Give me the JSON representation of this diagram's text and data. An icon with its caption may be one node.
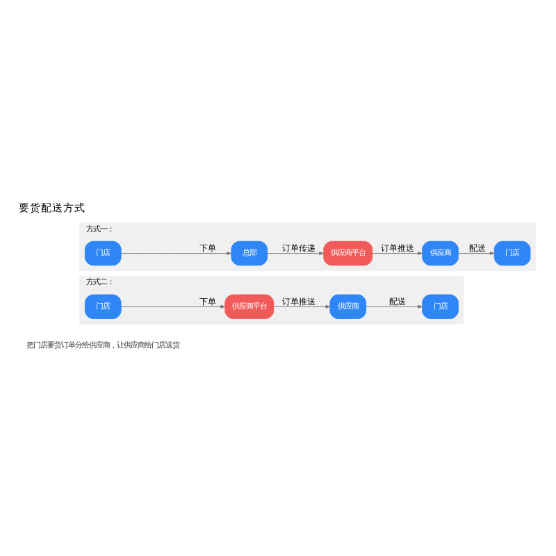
{
  "diagram": {
    "title": "要货配送方式",
    "nodes": [
      {
        "text": [
          "方式一："
        ]
      },
      {
        "text": [
          "门店"
        ],
        "in": 0
      },
      {
        "text": [
          "总部"
        ],
        "in": 0
      },
      {
        "text": [
          "供应商平台"
        ],
        "in": 0
      },
      {
        "text": [
          "供应商"
        ],
        "in": 0
      },
      {
        "text": [
          "门店"
        ],
        "in": 0
      },
      {
        "text": [
          "方式二："
        ]
      },
      {
        "text": [
          "门店"
        ],
        "in": 6
      },
      {
        "text": [
          "供应商平台"
        ],
        "in": 6
      },
      {
        "text": [
          "供应商"
        ],
        "in": 6
      },
      {
        "text": [
          "门店"
        ],
        "in": 6
      }
    ],
    "edges": [
      {
        "from": 1,
        "to": 2,
        "arrow": "to",
        "label": "下单"
      },
      {
        "from": 2,
        "to": 3,
        "arrow": "to",
        "label": "订单传递"
      },
      {
        "from": 3,
        "to": 4,
        "arrow": "to",
        "label": "订单推送"
      },
      {
        "from": 4,
        "to": 5,
        "arrow": "to",
        "label": "配送"
      },
      {
        "from": 7,
        "to": 8,
        "arrow": "to",
        "label": "下单"
      },
      {
        "from": 8,
        "to": 9,
        "arrow": "to",
        "label": "订单推送"
      },
      {
        "from": 9,
        "to": 10,
        "arrow": "to",
        "label": "配送"
      }
    ],
    "labels": [
      "把门店要货订单分给供应商，让供应商给门店送货"
    ]
  }
}
